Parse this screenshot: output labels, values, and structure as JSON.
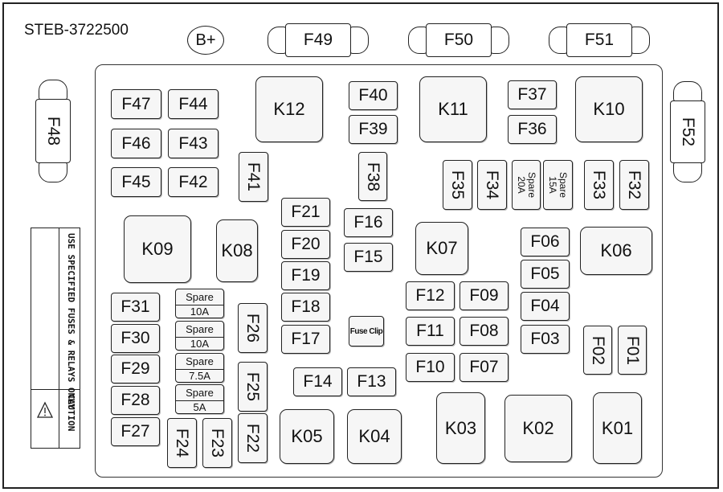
{
  "title": "STEB-3722500",
  "battery_label": "B+",
  "caution_panel": {
    "use_text": "USE SPECIFIED FUSES & RELAYS ONLY",
    "caution_text": "CAUTION",
    "warning_icon": "warning-triangle-icon"
  },
  "maxi_fuses": {
    "F49": "F49",
    "F50": "F50",
    "F51": "F51",
    "F48": "F48",
    "F52": "F52"
  },
  "relays": {
    "K12": "K12",
    "K11": "K11",
    "K10": "K10",
    "K09": "K09",
    "K08": "K08",
    "K07": "K07",
    "K06": "K06",
    "K05": "K05",
    "K04": "K04",
    "K03": "K03",
    "K02": "K02",
    "K01": "K01"
  },
  "fuses": {
    "F47": "F47",
    "F44": "F44",
    "F46": "F46",
    "F43": "F43",
    "F45": "F45",
    "F42": "F42",
    "F41": "F41",
    "F40": "F40",
    "F39": "F39",
    "F38": "F38",
    "F37": "F37",
    "F36": "F36",
    "F35": "F35",
    "F34": "F34",
    "F33": "F33",
    "F32": "F32",
    "F21": "F21",
    "F20": "F20",
    "F19": "F19",
    "F18": "F18",
    "F17": "F17",
    "F16": "F16",
    "F15": "F15",
    "F14": "F14",
    "F13": "F13",
    "F12": "F12",
    "F11": "F11",
    "F10": "F10",
    "F09": "F09",
    "F08": "F08",
    "F07": "F07",
    "F06": "F06",
    "F05": "F05",
    "F04": "F04",
    "F03": "F03",
    "F02": "F02",
    "F01": "F01",
    "F31": "F31",
    "F30": "F30",
    "F29": "F29",
    "F28": "F28",
    "F27": "F27",
    "F26": "F26",
    "F25": "F25",
    "F24": "F24",
    "F23": "F23",
    "F22": "F22"
  },
  "spares": {
    "spare_label": "Spare",
    "s1": "10A",
    "s2": "10A",
    "s3": "7.5A",
    "s4": "5A",
    "s5": "20A",
    "s6": "15A"
  },
  "fuse_clip": "Fuse Clip"
}
